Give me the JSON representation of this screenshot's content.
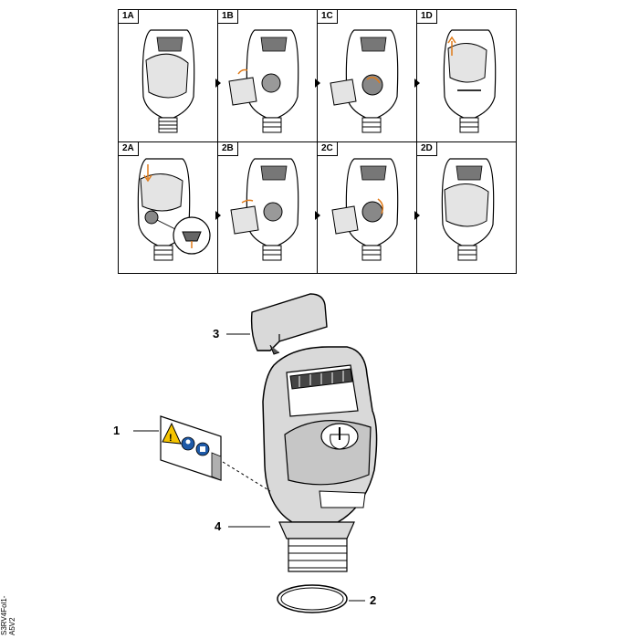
{
  "panels": [
    {
      "id": "1A"
    },
    {
      "id": "1B"
    },
    {
      "id": "1C"
    },
    {
      "id": "1D"
    },
    {
      "id": "2A"
    },
    {
      "id": "2B"
    },
    {
      "id": "2C"
    },
    {
      "id": "2D"
    }
  ],
  "callouts": {
    "c1": "1",
    "c2": "2",
    "c3": "3",
    "c4": "4"
  },
  "doc_id": "S3RV4Fol1-A5V2",
  "colors": {
    "line": "#000000",
    "shade": "#d9d9d9",
    "dark": "#555555",
    "arrow": "#e07b1a",
    "warn": "#f5c400",
    "blue": "#1e5aa8",
    "label_bg": "#b0b0b0"
  }
}
